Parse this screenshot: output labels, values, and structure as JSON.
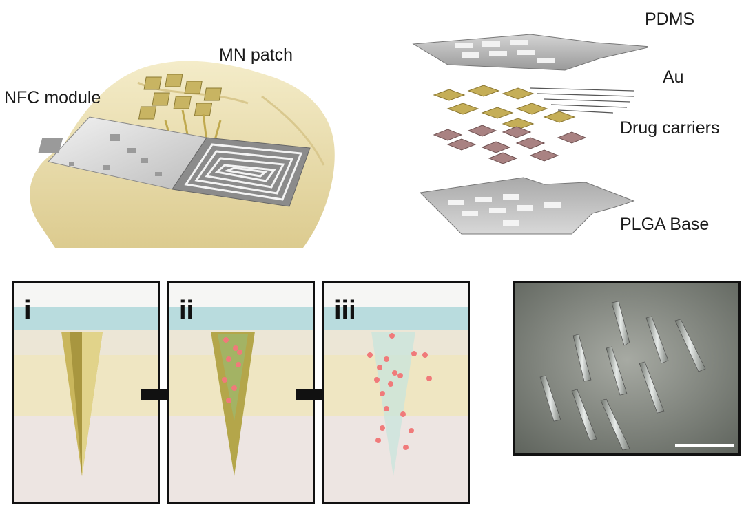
{
  "labels": {
    "mn_patch": "MN patch",
    "nfc_module": "NFC module",
    "pdms": "PDMS",
    "au": "Au",
    "drug_carriers": "Drug carriers",
    "plga_base": "PLGA Base"
  },
  "panels": [
    {
      "numeral": "i"
    },
    {
      "numeral": "ii"
    },
    {
      "numeral": "iii"
    }
  ],
  "colors": {
    "skin_top": "#b9dcde",
    "epidermis": "#ece6d6",
    "dermis": "#efe6c2",
    "subcutis": "#ede5e2",
    "gold": "#c9b65c",
    "drug_dot": "#f07a7a",
    "brain": "#efe3b8"
  },
  "icons": [
    "arrow-right-icon",
    "arrow-right-icon"
  ]
}
